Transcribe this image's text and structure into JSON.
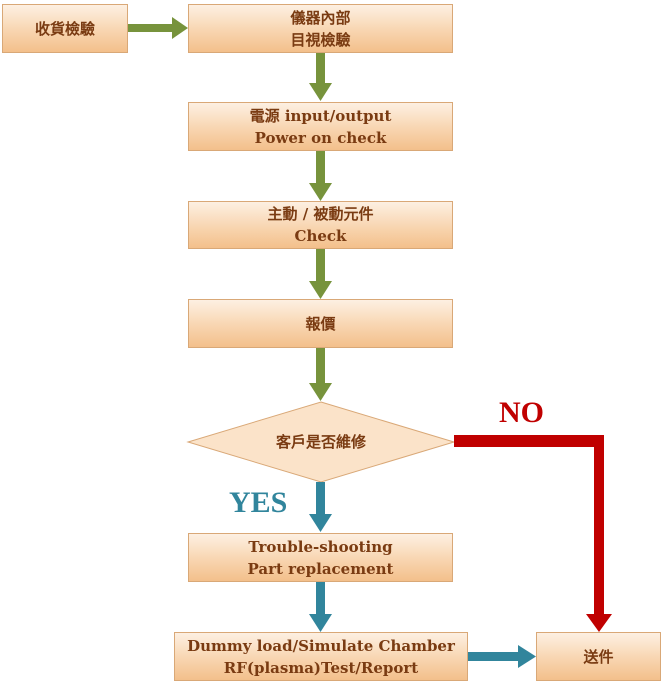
{
  "nodes": {
    "receive": "收貨檢驗",
    "visual_line1": "儀器內部",
    "visual_line2": "目視檢驗",
    "power_line1": "電源 input/output",
    "power_line2": "Power on check",
    "component_line1": "主動 / 被動元件",
    "component_line2": "Check",
    "quote": "報價",
    "decision": "客戶是否維修",
    "repair_line1": "Trouble-shooting",
    "repair_line2": "Part replacement",
    "test_line1": "Dummy load/Simulate Chamber",
    "test_line2": "RF(plasma)Test/Report",
    "ship": "送件"
  },
  "labels": {
    "yes": "YES",
    "no": "NO"
  },
  "colors": {
    "arrow_green": "#77933c",
    "arrow_blue": "#31859c",
    "arrow_red": "#c00000",
    "box_border": "#d9a877",
    "text": "#7a3b12"
  }
}
